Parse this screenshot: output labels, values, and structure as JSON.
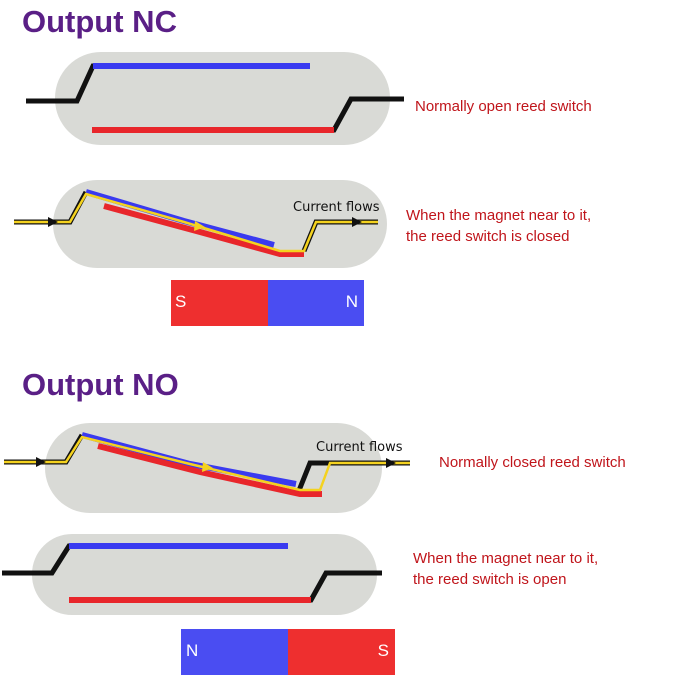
{
  "sections": {
    "nc": {
      "title": "Output NC",
      "open_label": "Normally open reed switch",
      "flow_label": "Current flows",
      "closed_label_line1": "When the magnet near to it,",
      "closed_label_line2": "the reed switch is closed",
      "magnet": {
        "left_pole": "S",
        "right_pole": "N"
      }
    },
    "no": {
      "title": "Output NO",
      "flow_label": "Current flows",
      "closed_label": "Normally closed reed switch",
      "open_label_line1": "When the magnet near to it,",
      "open_label_line2": "the reed switch is open",
      "magnet": {
        "left_pole": "N",
        "right_pole": "S"
      }
    }
  },
  "colors": {
    "title": "#5a1f86",
    "label": "#c0151b",
    "reed_blue": "#3a3af0",
    "reed_red": "#e8262b",
    "capsule": "#d9dad6",
    "wire": "#111111",
    "current": "#f4d21f",
    "magnet_red": "#ee2f2f",
    "magnet_blue": "#4a4df2"
  }
}
